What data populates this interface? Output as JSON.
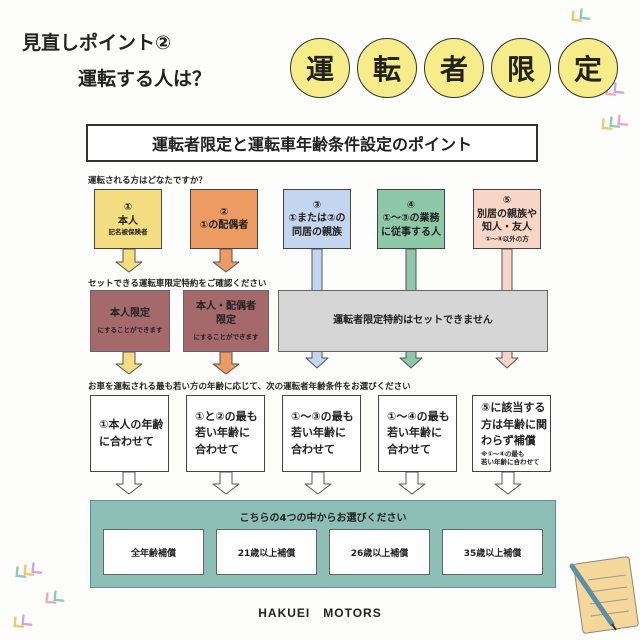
{
  "header": {
    "subtitle_line1": "見直しポイント②",
    "subtitle_line2": "運転する人は？",
    "title_chars": [
      "運",
      "転",
      "者",
      "限",
      "定"
    ]
  },
  "main_title": "運転者限定と運転車年齢条件設定のポイント",
  "step_labels": {
    "who": "運転される方はどなたですか？",
    "setting": "セットできる運転車限定特約をご確認ください",
    "age": "お車を運転される最も若い方の年齢に応じて、次の運転者年齢条件をお選びください"
  },
  "drivers": [
    {
      "num": "①",
      "label": "本人",
      "note": "記名被保険者",
      "color": "#f5dd82"
    },
    {
      "num": "②",
      "label": "①の配偶者",
      "note": "",
      "color": "#ec9b62"
    },
    {
      "num": "③",
      "label": "①または②の\n同居の親族",
      "note": "",
      "color": "#c4d6ef"
    },
    {
      "num": "④",
      "label": "①～③の業務\nに従事する人",
      "note": "",
      "color": "#8dc8a9"
    },
    {
      "num": "⑤",
      "label": "別居の親族や\n知人・友人",
      "note": "①～④以外の方",
      "color": "#f8d6c7"
    }
  ],
  "settings": [
    {
      "label": "本人限定",
      "note": "にすることができます"
    },
    {
      "label": "本人・配偶者\n限定",
      "note": "にすることができます"
    },
    {
      "label": "運転者限定特約はセットできません",
      "note": ""
    }
  ],
  "age_conditions": [
    {
      "text": "①本人の年齢\nに合わせて",
      "note": ""
    },
    {
      "text": "①と②の最も\n若い年齢に\n合わせて",
      "note": ""
    },
    {
      "text": "①～③の最も\n若い年齢に\n合わせて",
      "note": ""
    },
    {
      "text": "①～④の最も\n若い年齢に\n合わせて",
      "note": ""
    },
    {
      "text": "⑤に該当する\n方は年齢に関\nわらず補償",
      "note": "※①～④の最も\n若い年齢に合わせて"
    }
  ],
  "options": {
    "heading": "こちらの4つの中からお選びください",
    "items": [
      "全年齢補償",
      "21歳以上補償",
      "26歳以上補償",
      "35歳以上補償"
    ]
  },
  "brand": "HAKUEI　MOTORS",
  "colors": {
    "title_circle": "#f7ec8a",
    "setting_box": "#a5696b",
    "setting_box_unavailable": "#d6d6d6",
    "options_panel": "#8ebfb6"
  }
}
